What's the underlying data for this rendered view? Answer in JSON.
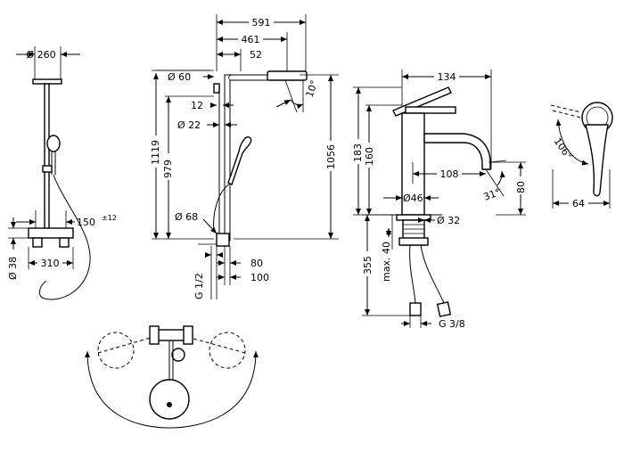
{
  "figure": {
    "shower_column_front": {
      "head_diameter": "Ø 260",
      "outlet_distance": "150",
      "outlet_tolerance": "±12",
      "connection_diameter": "Ø 38",
      "centres": "310"
    },
    "shower_column_side": {
      "overall_reach": "591",
      "arm_reach": "461",
      "head_offset": "52",
      "pipe_diameter": "Ø 60",
      "wall_gap": "12",
      "rail_diameter": "Ø 22",
      "tilt_angle": "10°",
      "total_height": "1119",
      "rail_height": "979",
      "head_height": "1056",
      "mixer_diameter": "Ø 68",
      "thread": "G 1/2",
      "body_depth": "80",
      "total_depth": "100"
    },
    "basin_mixer": {
      "spout_reach": "134",
      "overall_height": "183",
      "spout_height": "160",
      "outlet_reach": "108",
      "spout_angle": "31°",
      "outlet_height": "80",
      "body_diameter": "Ø46",
      "fixing_diameter": "Ø 32",
      "max_thickness": "max. 40",
      "hose_length": "355",
      "hose_thread": "G 3/8"
    },
    "lever_detail": {
      "rotation_angle": "106°",
      "lever_length": "64"
    }
  }
}
